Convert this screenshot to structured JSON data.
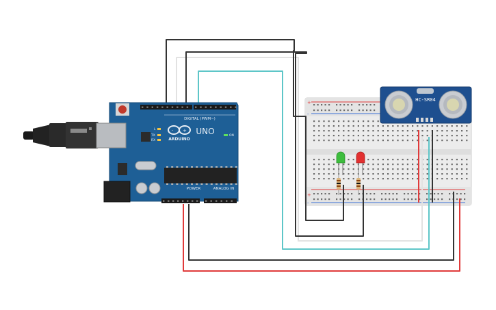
{
  "arduino": {
    "brand": "ARDUINO",
    "model": "UNO",
    "header_digital": "DIGITAL (PWM~)",
    "header_power": "POWER",
    "header_analog": "ANALOG IN",
    "led_on": "ON",
    "led_tx": "TX",
    "led_rx": "RX",
    "led_l": "L"
  },
  "sensor": {
    "model": "HC-SR04"
  },
  "colors": {
    "board_blue": "#1e5f96",
    "wire_black": "#333333",
    "wire_teal": "#5ec6c8",
    "wire_red": "#e03a3a",
    "wire_white": "#dcdcdc",
    "led_green": "#3dbd3d",
    "led_red": "#e23030",
    "breadboard": "#ececec"
  }
}
